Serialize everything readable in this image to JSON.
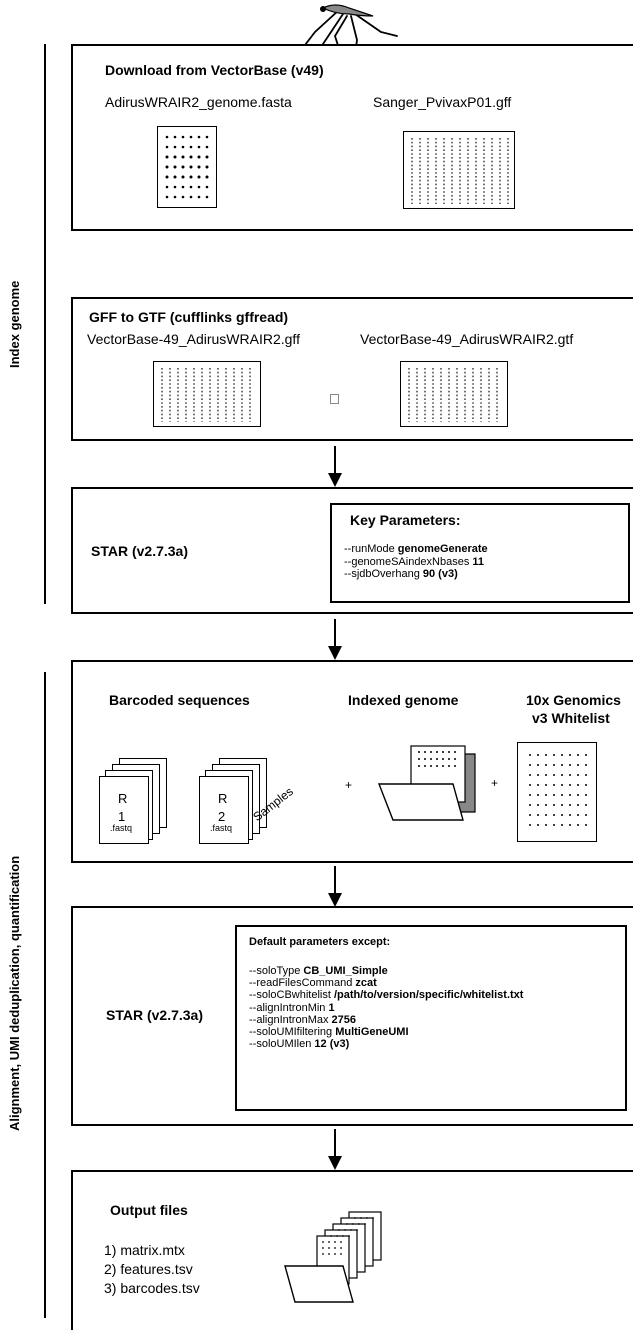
{
  "sections": {
    "index_genome": "Index genome",
    "alignment": "Alignment, UMI deduplication, quantification"
  },
  "download": {
    "title": "Download from VectorBase (v49)",
    "file1": "AdirusWRAIR2_genome.fasta",
    "file2": "Sanger_PvivaxP01.gff"
  },
  "gff_gtf": {
    "title": "GFF to  GTF (cufflinks gffread)",
    "file1": "VectorBase-49_AdirusWRAIR2.gff",
    "file2": "VectorBase-49_AdirusWRAIR2.gtf"
  },
  "star_index": {
    "label": "STAR (v2.7.3a)",
    "params_title": "Key Parameters:",
    "params": [
      {
        "flag": "--runMode ",
        "value": "genomeGenerate"
      },
      {
        "flag": "--genomeSAindexNbases ",
        "value": "11"
      },
      {
        "flag": "--sjdbOverhang ",
        "value": "90 (v3)"
      }
    ]
  },
  "inputs": {
    "barcoded_title": "Barcoded sequences",
    "indexed_title": "Indexed genome",
    "whitelist_title_1": "10x Genomics",
    "whitelist_title_2": "v3 Whitelist",
    "r1_letter": "R",
    "r1_num": "1",
    "r1_ext": ".fastq",
    "r2_letter": "R",
    "r2_num": "2",
    "r2_ext": ".fastq",
    "samples": "Samples",
    "plus": "+"
  },
  "star_align": {
    "label": "STAR (v2.7.3a)",
    "params_title": "Default parameters except:",
    "params": [
      {
        "flag": "--soloType ",
        "value": "CB_UMI_Simple"
      },
      {
        "flag": "--readFilesCommand ",
        "value": "zcat"
      },
      {
        "flag": "--soloCBwhitelist ",
        "value": "/path/to/version/specific/whitelist.txt"
      },
      {
        "flag": "--alignIntronMin ",
        "value": "1"
      },
      {
        "flag": "--alignIntronMax ",
        "value": "2756"
      },
      {
        "flag": "--soloUMIfiltering ",
        "value": "MultiGeneUMI"
      },
      {
        "flag": "--soloUMIlen ",
        "value": "12 (v3)"
      }
    ]
  },
  "output": {
    "title": "Output files",
    "files": [
      "1) matrix.mtx",
      "2) features.tsv",
      "3) barcodes.tsv"
    ]
  }
}
